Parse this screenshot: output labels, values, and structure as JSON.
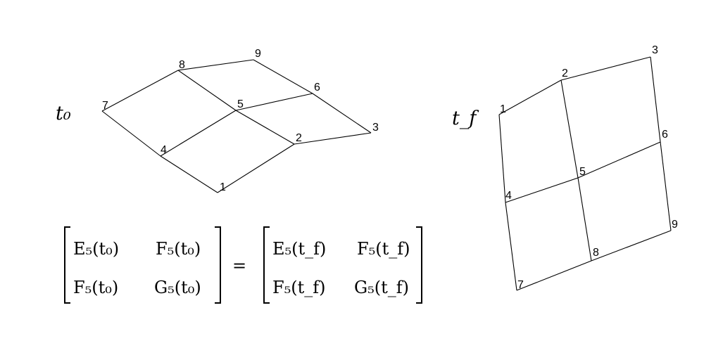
{
  "diagram": {
    "left_time_label": "t₀",
    "right_time_label": "t_f",
    "left_mesh_nodes": [
      "1",
      "2",
      "3",
      "4",
      "5",
      "6",
      "7",
      "8",
      "9"
    ],
    "right_mesh_nodes": [
      "1",
      "2",
      "3",
      "4",
      "5",
      "6",
      "7",
      "8",
      "9"
    ],
    "equation": {
      "left_matrix": [
        [
          "E₅(t₀)",
          "F₅(t₀)"
        ],
        [
          "F₅(t₀)",
          "G₅(t₀)"
        ]
      ],
      "equals": "=",
      "right_matrix": [
        [
          "E₅(t_f)",
          "F₅(t_f)"
        ],
        [
          "F₅(t_f)",
          "G₅(t_f)"
        ]
      ]
    }
  }
}
